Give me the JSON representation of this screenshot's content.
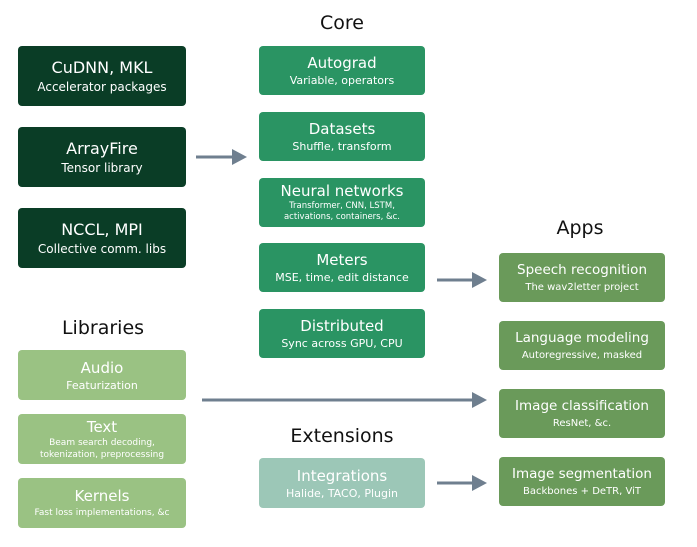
{
  "headings": {
    "core": "Core",
    "apps": "Apps",
    "libraries": "Libraries",
    "extensions": "Extensions"
  },
  "dependencies": [
    {
      "title": "CuDNN, MKL",
      "subtitle": "Accelerator packages"
    },
    {
      "title": "ArrayFire",
      "subtitle": "Tensor library"
    },
    {
      "title": "NCCL, MPI",
      "subtitle": "Collective comm. libs"
    }
  ],
  "core": [
    {
      "title": "Autograd",
      "subtitle": "Variable, operators"
    },
    {
      "title": "Datasets",
      "subtitle": "Shuffle, transform"
    },
    {
      "title": "Neural networks",
      "subtitle_line1": "Transformer, CNN, LSTM,",
      "subtitle_line2": "activations, containers, &c."
    },
    {
      "title": "Meters",
      "subtitle": "MSE, time, edit distance"
    },
    {
      "title": "Distributed",
      "subtitle": "Sync across GPU, CPU"
    }
  ],
  "libraries": [
    {
      "title": "Audio",
      "subtitle": "Featurization"
    },
    {
      "title": "Text",
      "subtitle_line1": "Beam search decoding,",
      "subtitle_line2": "tokenization, preprocessing"
    },
    {
      "title": "Kernels",
      "subtitle": "Fast loss implementations, &c"
    }
  ],
  "extensions": [
    {
      "title": "Integrations",
      "subtitle": "Halide, TACO, Plugin"
    }
  ],
  "apps": [
    {
      "title": "Speech recognition",
      "subtitle": "The wav2letter project"
    },
    {
      "title": "Language modeling",
      "subtitle": "Autoregressive, masked"
    },
    {
      "title": "Image classification",
      "subtitle": "ResNet, &c."
    },
    {
      "title": "Image segmentation",
      "subtitle": "Backbones + DeTR, ViT"
    }
  ],
  "colors": {
    "dependency": "#0a3d26",
    "core": "#2a9463",
    "library": "#9ac283",
    "app": "#6a9a5a",
    "extension": "#9cc7b7",
    "arrow": "#6f7f8f"
  }
}
